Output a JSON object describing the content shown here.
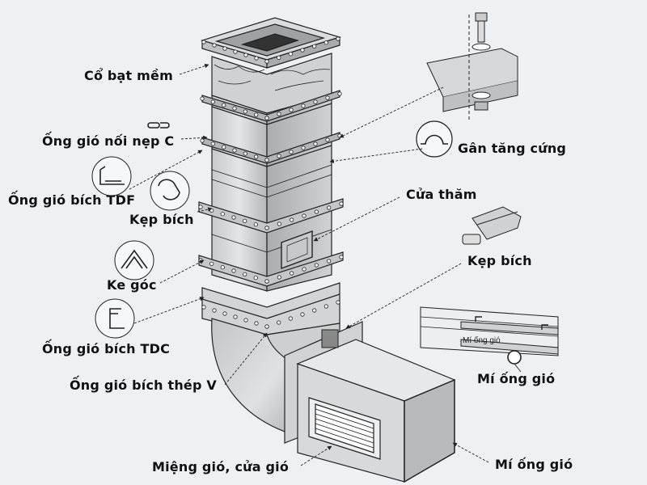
{
  "labels": {
    "co_bat_mem": "Cổ bạt mềm",
    "noi_nep_c": "Ống gió nối nẹp C",
    "bich_tdf": "Ống gió bích TDF",
    "kep_bich_left": "Kẹp bích",
    "ke_goc": "Ke góc",
    "bich_tdc": "Ống gió bích TDC",
    "bich_thep_v": "Ống gió bích thép V",
    "mieng_gio": "Miệng gió, cửa gió",
    "gan_tang_cung": "Gân tăng cứng",
    "cua_tham": "Cửa thăm",
    "kep_bich_right": "Kẹp bích",
    "mi_ong_gio_upper": "Mí ống gió",
    "mi_ong_gio_lower": "Mí ống gió",
    "inset_text": "Mí ống gió"
  },
  "colors": {
    "metal_light": "#d9dcde",
    "metal_mid": "#b9bdc0",
    "metal_dark": "#8e9397",
    "line": "#222222",
    "background": "#eef1f3"
  }
}
